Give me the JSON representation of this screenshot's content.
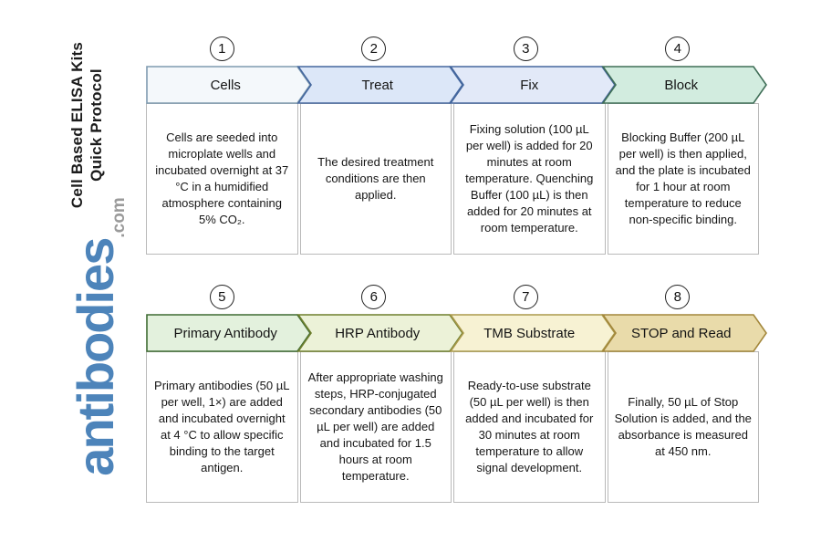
{
  "sidebar": {
    "title_line1": "Cell Based ELISA Kits",
    "title_line2": "Quick Protocol",
    "logo_text": "antibodies",
    "logo_suffix": ".com",
    "logo_color": "#4d84ba",
    "logo_suffix_color": "#9a9a9a"
  },
  "steps": [
    {
      "number": "1",
      "label": "Cells",
      "fill": "#f4f8fb",
      "border": "#7e9ab0",
      "description": "Cells are seeded into microplate wells and incubated overnight at 37 °C in a humidified atmosphere containing 5% CO₂."
    },
    {
      "number": "2",
      "label": "Treat",
      "fill": "#dce7f8",
      "border": "#44679e",
      "description": "The desired treatment conditions are then applied."
    },
    {
      "number": "3",
      "label": "Fix",
      "fill": "#e2e9f8",
      "border": "#44679e",
      "description": "Fixing solution (100 µL per well) is added for 20 minutes at room temperature. Quenching Buffer (100 µL) is then added for 20 minutes at room temperature."
    },
    {
      "number": "4",
      "label": "Block",
      "fill": "#d2ecdf",
      "border": "#3f6e57",
      "description": "Blocking Buffer (200 µL per well) is then applied, and the plate is incubated for 1 hour at room temperature to reduce non-specific binding."
    },
    {
      "number": "5",
      "label": "Primary Antibody",
      "fill": "#e3f1dd",
      "border": "#3e6b33",
      "description": "Primary antibodies (50 µL per well, 1×) are added and incubated overnight at 4 °C to allow specific binding to the target antigen."
    },
    {
      "number": "6",
      "label": "HRP Antibody",
      "fill": "#ecf2d8",
      "border": "#6e7f2d",
      "description": "After appropriate washing steps, HRP-conjugated secondary antibodies (50 µL per well) are added and incubated for 1.5 hours at room temperature."
    },
    {
      "number": "7",
      "label": "TMB Substrate",
      "fill": "#f7f2d3",
      "border": "#ab9a4c",
      "description": "Ready-to-use substrate (50 µL per well) is then added and incubated for 30 minutes at room temperature to allow signal development."
    },
    {
      "number": "8",
      "label": "STOP and Read",
      "fill": "#e9dbaa",
      "border": "#a3873b",
      "description": "Finally, 50 µL of Stop Solution is added, and the absorbance is measured at 450 nm."
    }
  ]
}
